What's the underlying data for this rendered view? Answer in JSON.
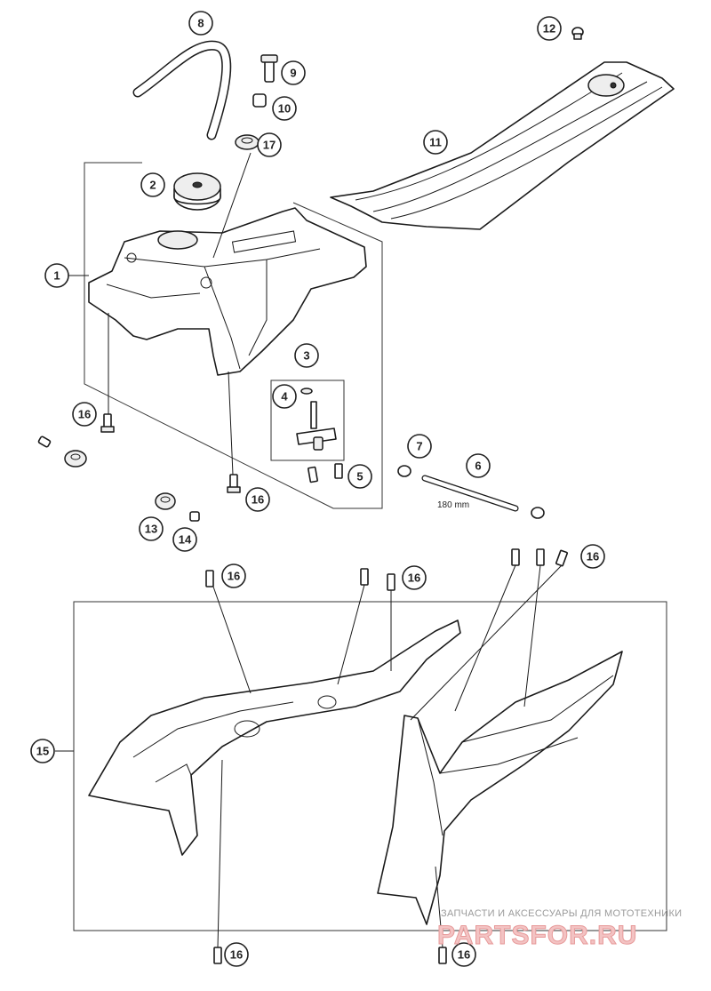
{
  "diagram": {
    "callouts": [
      {
        "id": "c1",
        "label": "1"
      },
      {
        "id": "c2",
        "label": "2"
      },
      {
        "id": "c3",
        "label": "3"
      },
      {
        "id": "c4",
        "label": "4"
      },
      {
        "id": "c5",
        "label": "5"
      },
      {
        "id": "c6",
        "label": "6"
      },
      {
        "id": "c7",
        "label": "7"
      },
      {
        "id": "c8",
        "label": "8"
      },
      {
        "id": "c9",
        "label": "9"
      },
      {
        "id": "c10",
        "label": "10"
      },
      {
        "id": "c11",
        "label": "11"
      },
      {
        "id": "c12",
        "label": "12"
      },
      {
        "id": "c13",
        "label": "13"
      },
      {
        "id": "c14",
        "label": "14"
      },
      {
        "id": "c15",
        "label": "15"
      },
      {
        "id": "c16a",
        "label": "16"
      },
      {
        "id": "c16b",
        "label": "16"
      },
      {
        "id": "c16c",
        "label": "16"
      },
      {
        "id": "c16d",
        "label": "16"
      },
      {
        "id": "c16e",
        "label": "16"
      },
      {
        "id": "c16f",
        "label": "16"
      },
      {
        "id": "c16g",
        "label": "16"
      },
      {
        "id": "c17",
        "label": "17"
      }
    ],
    "dimension_label": "180 mm"
  },
  "watermark": {
    "tagline": "ЗАПЧАСТИ И АКСЕССУАРЫ ДЛЯ МОТОТЕХНИКИ",
    "brand": "PARTSFOR.RU"
  },
  "colors": {
    "line": "#1a1a1a",
    "watermark_fill": "#f3c3c3",
    "watermark_stroke": "#e79a9a",
    "watermark_text": "#9a9a9a"
  }
}
